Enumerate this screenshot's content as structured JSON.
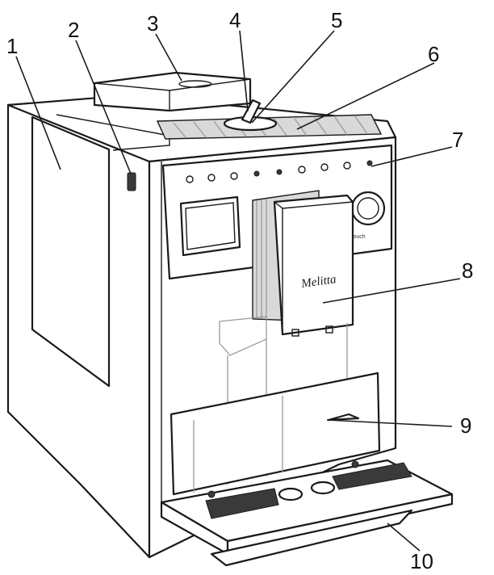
{
  "labels": [
    {
      "id": "1",
      "text": "1"
    },
    {
      "id": "2",
      "text": "2"
    },
    {
      "id": "3",
      "text": "3"
    },
    {
      "id": "4",
      "text": "4"
    },
    {
      "id": "5",
      "text": "5"
    },
    {
      "id": "6",
      "text": "6"
    },
    {
      "id": "7",
      "text": "7"
    },
    {
      "id": "8",
      "text": "8"
    },
    {
      "id": "9",
      "text": "9"
    },
    {
      "id": "10",
      "text": "10"
    }
  ],
  "brand": {
    "logo_text": "Melitta"
  },
  "panel": {
    "touch_text": "Touch"
  },
  "colors": {
    "line": "#1a1a1a",
    "fill": "#ffffff",
    "shade": "#d9d9d9"
  }
}
